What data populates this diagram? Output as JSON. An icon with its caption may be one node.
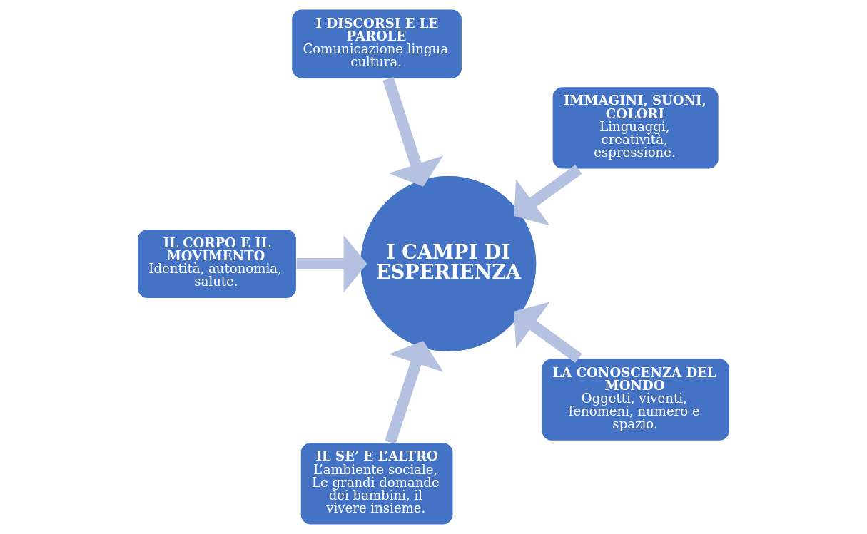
{
  "diagram": {
    "nodes": [
      {
        "text": [
          "IMMAGINI, SUONI, COLORI",
          "Linguaggi, creatività, espressione."
        ]
      },
      {
        "text": [
          "I DISCORSI E LE PAROLE",
          "Comunicazione lingua cultura."
        ]
      },
      {
        "text": [
          "IL CORPO E IL MOVIMENTO",
          "Identità, autonomia, salute."
        ]
      },
      {
        "text": [
          "IL SE’ E L’ALTRO",
          "L’ambiente sociale, Le grandi domande dei bambini, il vivere insieme."
        ]
      },
      {
        "text": [
          "I CAMPI DI ESPERIENZA"
        ]
      },
      {
        "text": [
          "LA CONOSCENZA DEL MONDO",
          "Oggetti, viventi, fenomeni, numero e spazio."
        ]
      }
    ],
    "edges": [
      {
        "from": 3,
        "to": 4,
        "arrow": "to"
      },
      {
        "from": 1,
        "to": 4,
        "arrow": "to"
      },
      {
        "from": 0,
        "to": 4,
        "arrow": "to"
      },
      {
        "from": 2,
        "to": 4,
        "arrow": "to"
      },
      {
        "from": 5,
        "to": 4,
        "arrow": "to"
      }
    ]
  }
}
